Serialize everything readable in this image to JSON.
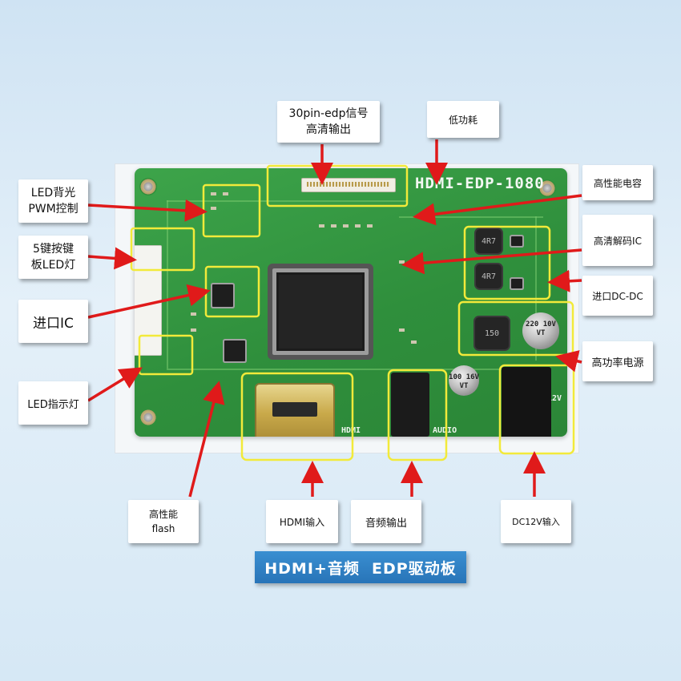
{
  "board_silkscreen": {
    "title": "HDMI-EDP-1080",
    "hdmi_label": "HDMI",
    "audio_label": "AUDIO",
    "power_label": "12V"
  },
  "components": {
    "inductor_top": "4R7",
    "inductor_bottom": "4R7",
    "inductor_power": "150",
    "cap_large": "220\n10V\nVT",
    "cap_small": "100\n16V\nVT"
  },
  "callouts": {
    "edp_signal": "30pin-edp信号\n高清输出",
    "low_power": "低功耗",
    "high_perf_cap": "高性能电容",
    "hd_decoder_ic": "高清解码IC",
    "import_dcdc": "进口DC-DC",
    "high_power_supply": "高功率电源",
    "dc12v_input": "DC12V输入",
    "audio_output": "音频输出",
    "hdmi_input": "HDMI输入",
    "high_perf_flash": "高性能\nflash",
    "led_indicator": "LED指示灯",
    "import_ic": "进口IC",
    "keypad_led": "5键按键\n板LED灯",
    "led_backlight_pwm": "LED背光\nPWM控制"
  },
  "banner": "HDMI+音频  EDP驱动板",
  "colors": {
    "arrow": "#e01a1a",
    "highlight": "#f2ea3a",
    "pcb_green": "#2f8f3c",
    "banner_blue": "#2a78bc"
  }
}
